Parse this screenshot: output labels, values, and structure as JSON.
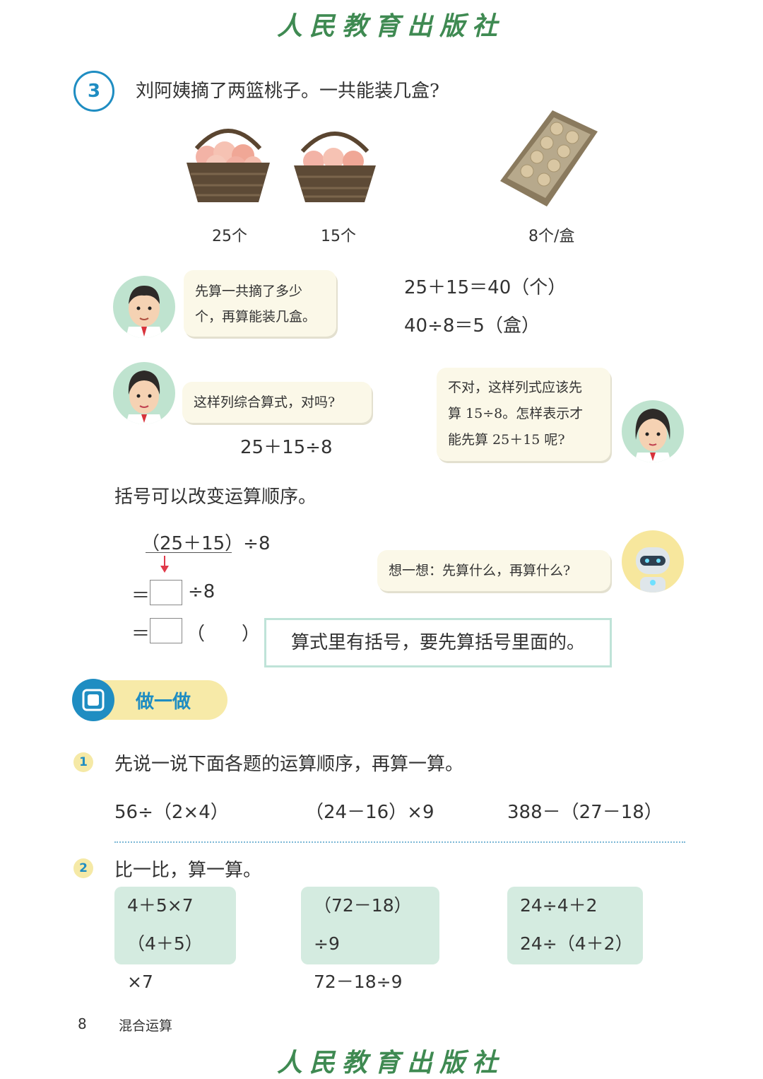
{
  "header": {
    "publisher": "人民教育出版社"
  },
  "example": {
    "number": "3",
    "question": "刘阿姨摘了两篮桃子。一共能装几盒?",
    "basket1_label": "25个",
    "basket2_label": "15个",
    "box_label": "8个/盒"
  },
  "dialog": {
    "boy_line1": "先算一共摘了多少",
    "boy_line2": "个，再算能装几盒。",
    "step1": "25＋15＝40（个）",
    "step2": "40÷8＝5（盒）",
    "girl1": "这样列综合算式，对吗?",
    "girl1_expr": "25＋15÷8",
    "girl2_line1": "不对，这样列式应该先",
    "girl2_line2": "算 15÷8。怎样表示才",
    "girl2_line3": "能先算 25＋15 呢?"
  },
  "paren": {
    "statement": "括号可以改变运算顺序。",
    "expr": "（25＋15）÷8",
    "eq_sign": "＝",
    "div8": "÷8",
    "paren_unit": "（　　）",
    "robot": "想一想：先算什么，再算什么?",
    "rule": "算式里有括号，要先算括号里面的。"
  },
  "practice": {
    "title": "做一做",
    "q1_number": "1",
    "q1_text": "先说一说下面各题的运算顺序，再算一算。",
    "q1_items": [
      "56÷（2×4）",
      "（24－16）×9",
      "388－（27－18）"
    ],
    "q2_number": "2",
    "q2_text": "比一比，算一算。",
    "q2_cards": [
      [
        "4＋5×7",
        "（4＋5）×7"
      ],
      [
        "（72－18）÷9",
        "72－18÷9"
      ],
      [
        "24÷4＋2",
        "24÷（4＋2）"
      ]
    ]
  },
  "footer": {
    "page": "8",
    "chapter": "混合运算",
    "publisher": "人民教育出版社"
  }
}
